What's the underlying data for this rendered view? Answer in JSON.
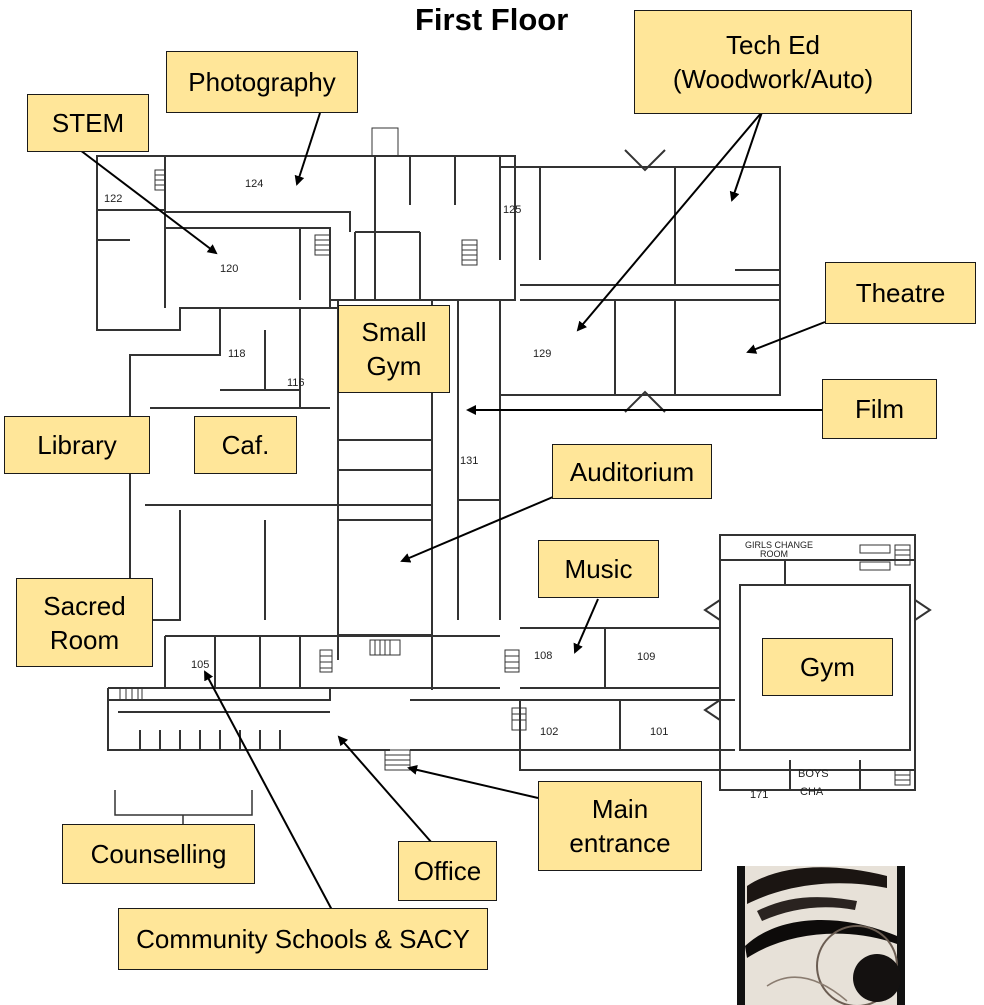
{
  "title": "First Floor",
  "labels": {
    "photography": "Photography",
    "stem": "STEM",
    "tech_ed": "Tech Ed\n(Woodwork/Auto)",
    "theatre": "Theatre",
    "small_gym": "Small\nGym",
    "film": "Film",
    "library": "Library",
    "caf": "Caf.",
    "auditorium": "Auditorium",
    "music": "Music",
    "sacred_room": "Sacred\nRoom",
    "gym": "Gym",
    "counselling": "Counselling",
    "office": "Office",
    "main_entrance": "Main\nentrance",
    "community": "Community Schools & SACY"
  },
  "plan_text": {
    "r122": "122",
    "r124": "124",
    "r125": "125",
    "r120": "120",
    "r118": "118",
    "r116": "116",
    "r129": "129",
    "r131": "131",
    "r108": "108",
    "r109": "109",
    "r105": "105",
    "r102": "102",
    "r101": "101",
    "r171": "171",
    "girls_change": "GIRLS CHANGE\nROOM",
    "boys": "BOYS",
    "cha": "CHA"
  },
  "colors": {
    "label_fill": "#ffe699",
    "label_border": "#1a1a1a",
    "plan_line": "#333333"
  }
}
